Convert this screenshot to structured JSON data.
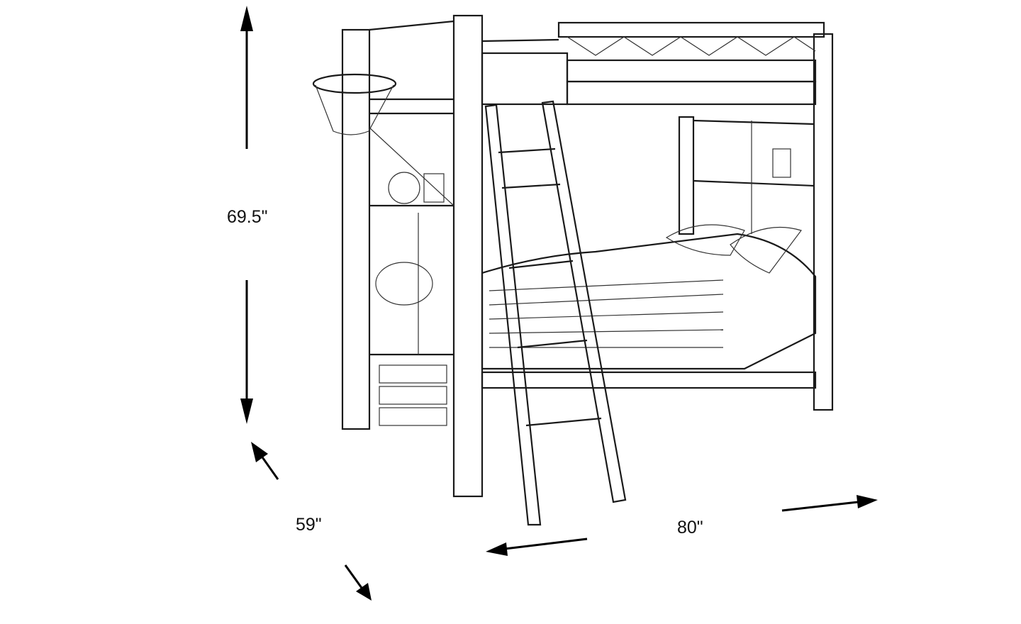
{
  "dimensions": {
    "height": "69.5\"",
    "depth": "59\"",
    "width": "80\""
  },
  "colors": {
    "line": "#1a1a1a",
    "background": "#ffffff"
  }
}
